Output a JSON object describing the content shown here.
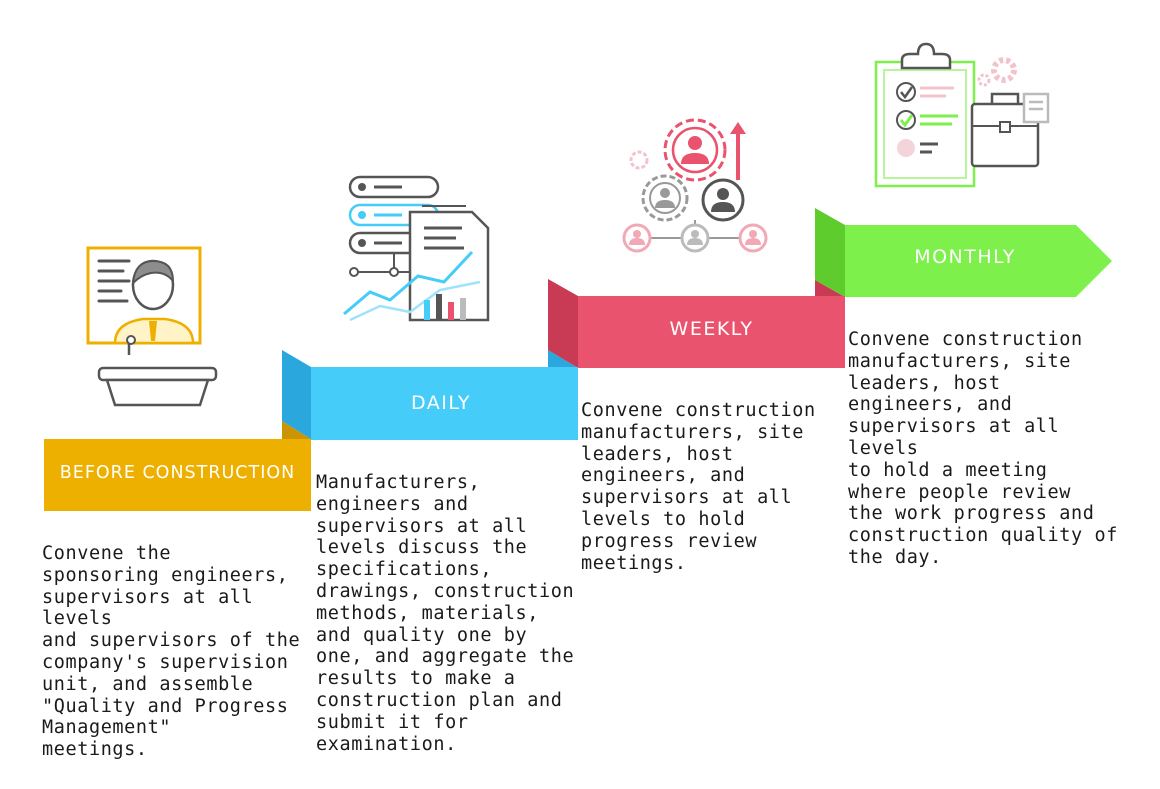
{
  "stages": [
    {
      "label": "BEFORE CONSTRUCTION",
      "color": "#EEB000",
      "description": "Convene the\nsponsoring engineers,\nsupervisors at all levels\nand supervisors of the\ncompany's supervision\nunit, and assemble\n\"Quality and Progress\nManagement\"\nmeetings."
    },
    {
      "label": "DAILY",
      "color": "#45CCF8",
      "description": "Manufacturers,\nengineers and\nsupervisors at all\nlevels discuss the\nspecifications,\ndrawings, construction\nmethods, materials,\nand quality one by\none, and aggregate the\nresults to make a\nconstruction plan and\nsubmit it for\nexamination."
    },
    {
      "label": "WEEKLY",
      "color": "#E9536E",
      "description": "Convene construction\nmanufacturers, site\nleaders, host\nengineers, and\nsupervisors at all\nlevels to hold\nprogress review\nmeetings."
    },
    {
      "label": "MONTHLY",
      "color": "#7EF04C",
      "description": "Convene construction\nmanufacturers, site\nleaders, host\nengineers, and\nsupervisors at all levels\nto hold a meeting\nwhere people review\nthe work progress and\nconstruction quality of\nthe day."
    }
  ],
  "icons": [
    "presenter-podium-icon",
    "server-report-icon",
    "team-gear-icon",
    "clipboard-briefcase-icon"
  ]
}
